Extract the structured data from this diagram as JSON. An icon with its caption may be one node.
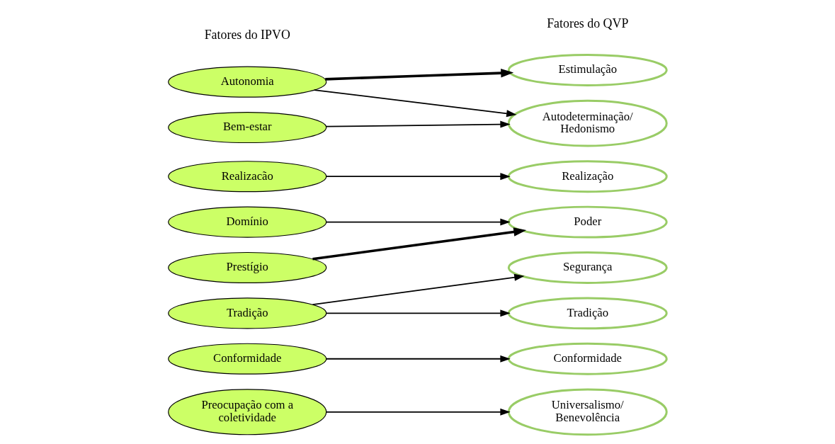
{
  "diagram": {
    "nodes": [
      {
        "text": [
          "Autonomia"
        ]
      },
      {
        "text": [
          "Bem-estar"
        ]
      },
      {
        "text": [
          "Realizacão"
        ]
      },
      {
        "text": [
          "Domínio"
        ]
      },
      {
        "text": [
          "Prestígio"
        ]
      },
      {
        "text": [
          "Tradição"
        ]
      },
      {
        "text": [
          "Conformidade"
        ]
      },
      {
        "text": [
          "Preocupação com a coletividade"
        ]
      },
      {
        "text": [
          "Estimulação"
        ]
      },
      {
        "text": [
          "Autodeterminação/ Hedonismo"
        ]
      },
      {
        "text": [
          "Realização"
        ]
      },
      {
        "text": [
          "Poder"
        ]
      },
      {
        "text": [
          "Segurança"
        ]
      },
      {
        "text": [
          "Tradição"
        ]
      },
      {
        "text": [
          "Conformidade"
        ]
      },
      {
        "text": [
          "Universalismo/ Benevolência"
        ]
      }
    ],
    "edges": [
      {
        "from": 0,
        "to": 8,
        "arrow": "to",
        "style": "thick"
      },
      {
        "from": 0,
        "to": 9,
        "arrow": "to"
      },
      {
        "from": 1,
        "to": 9,
        "arrow": "to"
      },
      {
        "from": 2,
        "to": 10,
        "arrow": "to"
      },
      {
        "from": 3,
        "to": 11,
        "arrow": "to"
      },
      {
        "from": 4,
        "to": 11,
        "arrow": "to",
        "style": "thick"
      },
      {
        "from": 5,
        "to": 12,
        "arrow": "to"
      },
      {
        "from": 5,
        "to": 13,
        "arrow": "to"
      },
      {
        "from": 6,
        "to": 14,
        "arrow": "to"
      },
      {
        "from": 7,
        "to": 15,
        "arrow": "to"
      }
    ],
    "labels": [
      "Fatores do IPVO",
      "Fatores do QVP"
    ]
  }
}
